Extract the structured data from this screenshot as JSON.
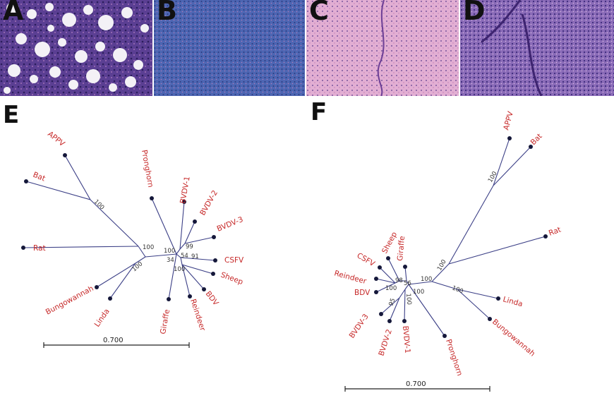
{
  "panels": {
    "a": {
      "letter": "A",
      "tone": "#4a3a8a"
    },
    "b": {
      "letter": "B",
      "tone": "#3d58a8"
    },
    "c": {
      "letter": "C",
      "tone": "#d59cc6"
    },
    "d": {
      "letter": "D",
      "tone": "#6c4aa0"
    }
  },
  "trees": {
    "e": {
      "letter": "E",
      "taxa": {
        "appv": "APPV",
        "bat": "Bat",
        "rat": "Rat",
        "bungowannah": "Bungowannah",
        "linda": "Linda",
        "pronghorn": "Pronghorn",
        "bvdv1": "BVDV-1",
        "bvdv2": "BVDV-2",
        "bvdv3": "BVDV-3",
        "csfv": "CSFV",
        "sheep": "Sheep",
        "bdv": "BDV",
        "reindeer": "Reindeer",
        "giraffe": "Giraffe"
      },
      "bootstrap": {
        "b1": "100",
        "b2": "100",
        "b3": "100",
        "b4": "100",
        "b5": "99",
        "b6": "54",
        "b7": "91",
        "b8": "34",
        "b9": "100"
      },
      "scale": "0.700"
    },
    "f": {
      "letter": "F",
      "taxa": {
        "appv": "APPV",
        "bat": "Bat",
        "rat": "Rat",
        "linda": "Linda",
        "bungowannah": "Bungowannah",
        "pronghorn": "Pronghorn",
        "giraffe": "Giraffe",
        "sheep": "Sheep",
        "csfv": "CSFV",
        "reindeer": "Reindeer",
        "bdv": "BDV",
        "bvdv3": "BVDV-3",
        "bvdv2": "BVDV-2",
        "bvdv1": "BVDV-1"
      },
      "bootstrap": {
        "b1": "100",
        "b2": "100",
        "b3": "100",
        "b4": "100",
        "b5": "98",
        "b6": "56",
        "b7": "100",
        "b8": "100",
        "b9": "95",
        "b10": "100"
      },
      "scale": "0.700"
    }
  }
}
